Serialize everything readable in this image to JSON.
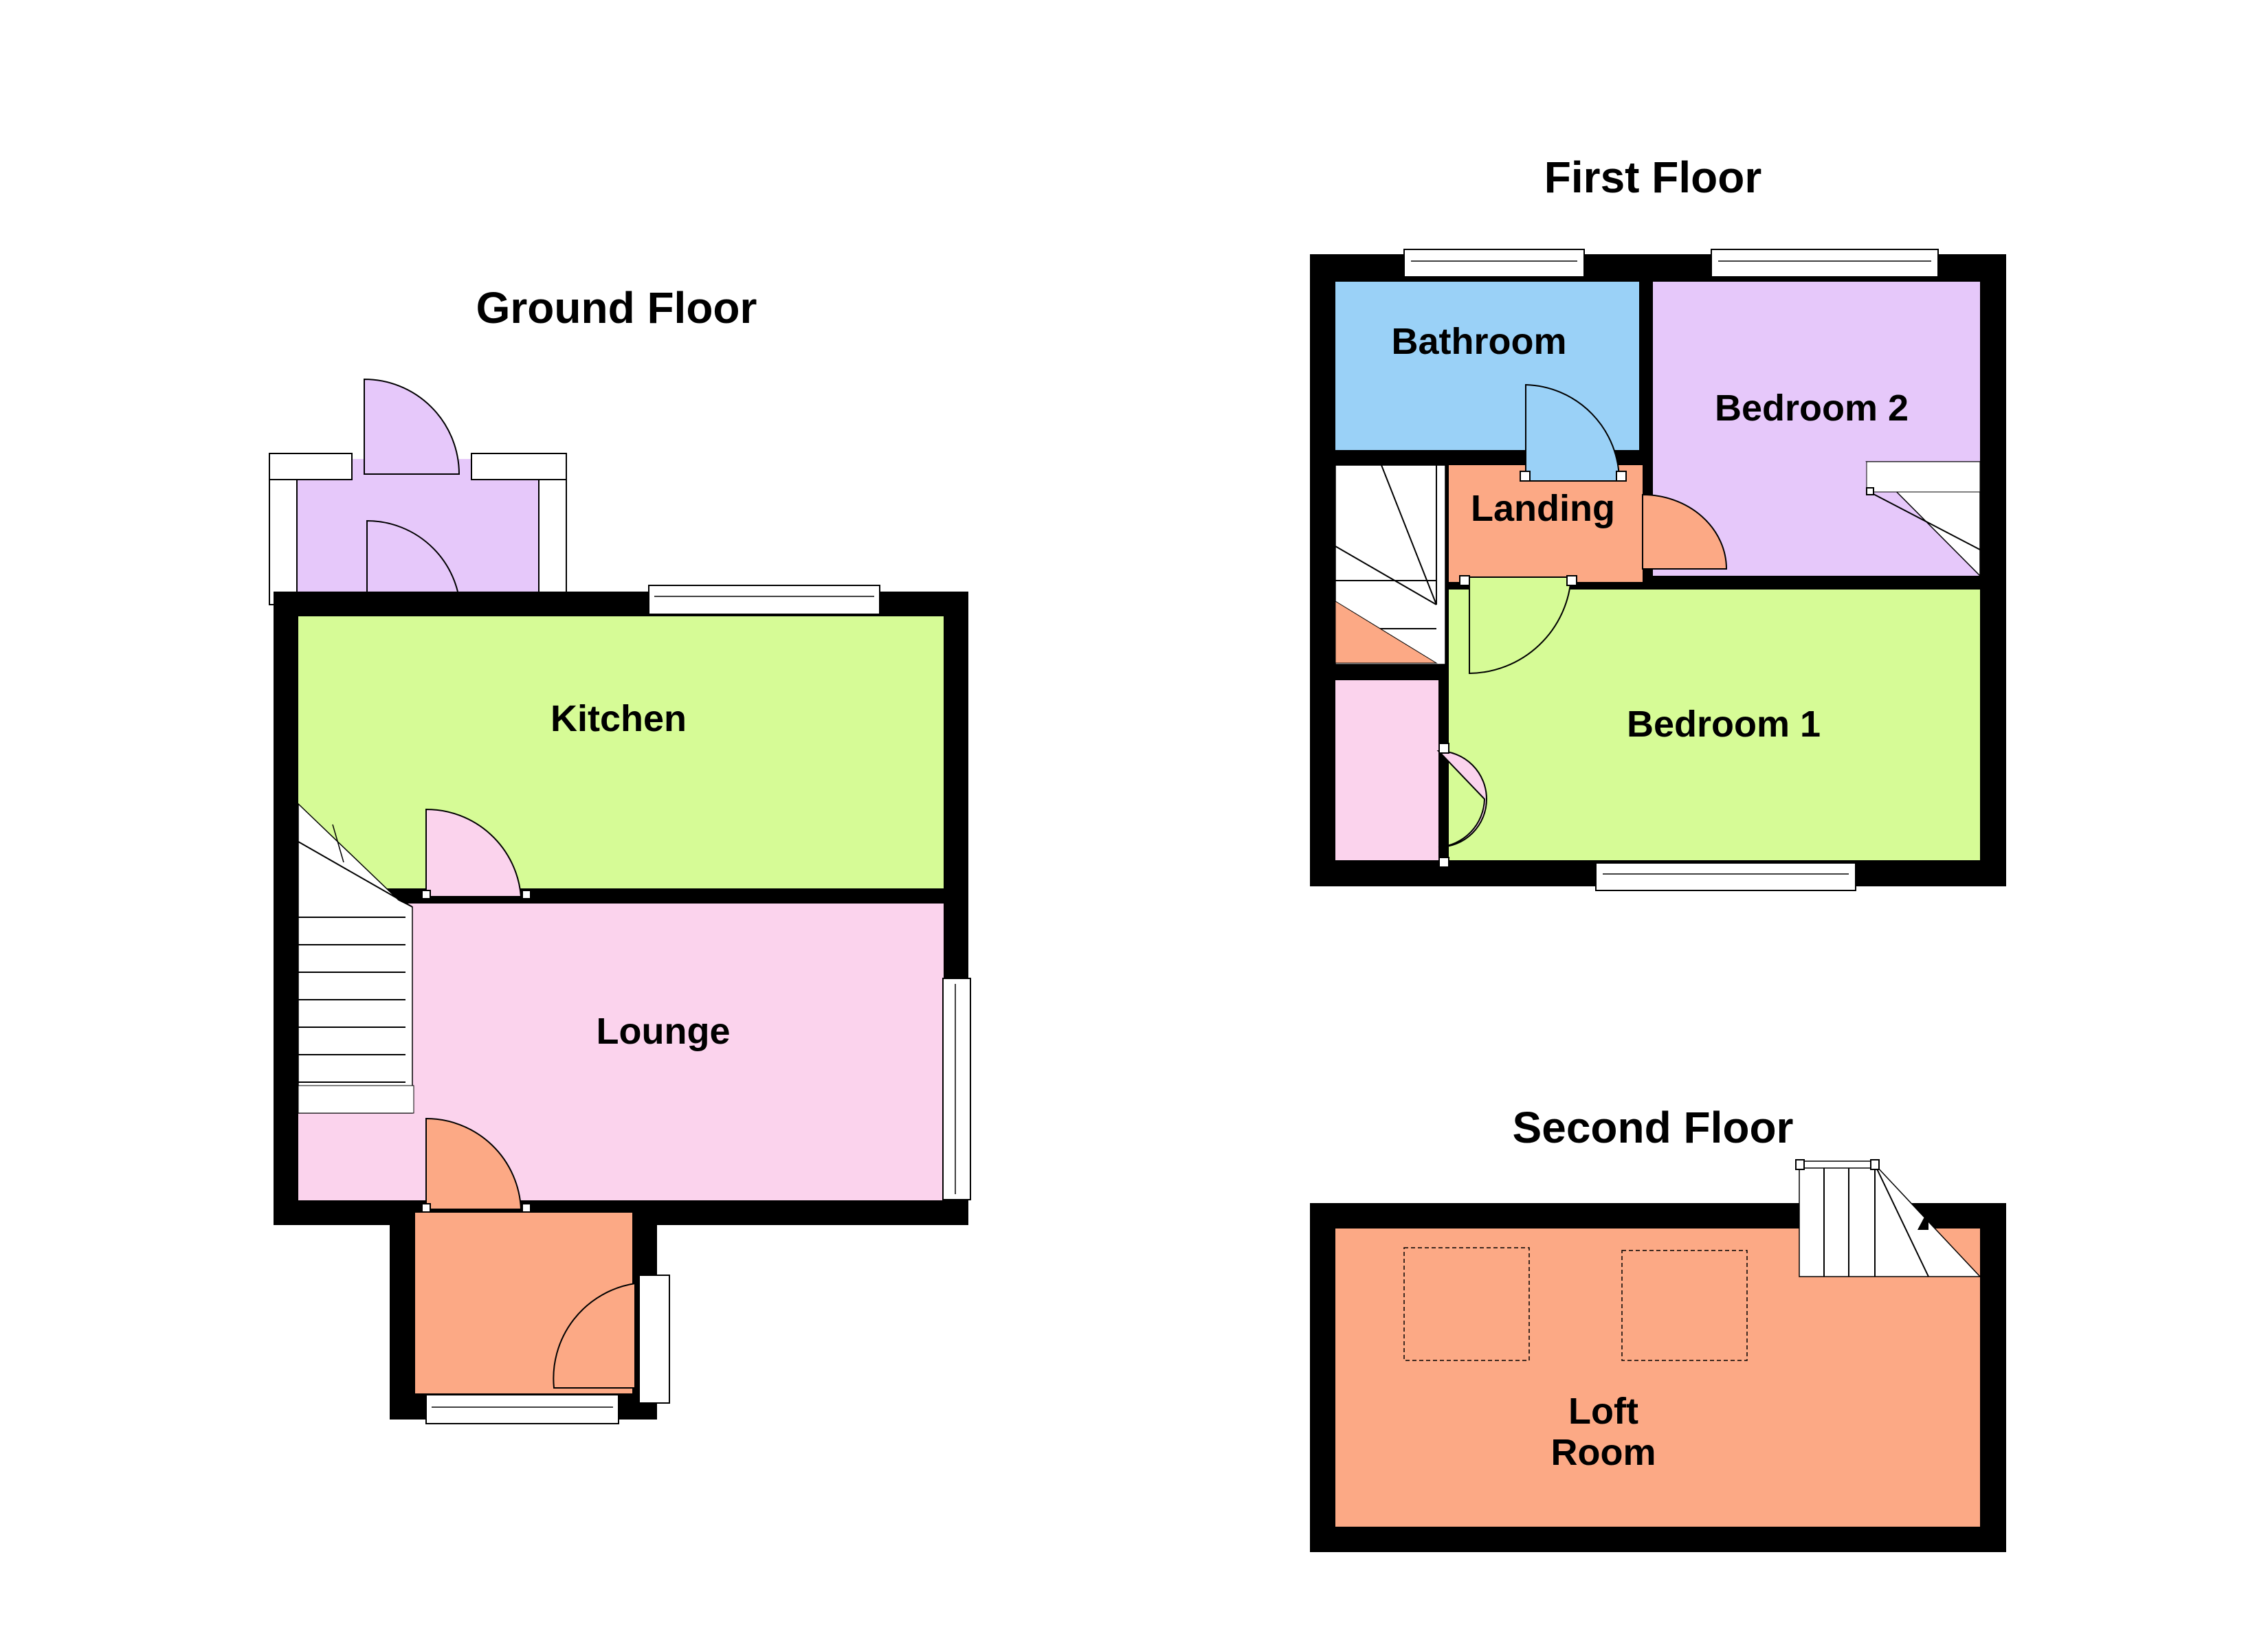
{
  "floors": {
    "ground": {
      "title": "Ground Floor",
      "rooms": {
        "kitchen": "Kitchen",
        "lounge": "Lounge"
      }
    },
    "first": {
      "title": "First Floor",
      "rooms": {
        "bathroom": "Bathroom",
        "bedroom2": "Bedroom 2",
        "landing": "Landing",
        "bedroom1": "Bedroom 1"
      }
    },
    "second": {
      "title": "Second Floor",
      "rooms": {
        "loft_line1": "Loft",
        "loft_line2": "Room"
      }
    }
  },
  "colors": {
    "wall": "#000000",
    "kitchen": "#d6fb96",
    "lounge": "#fbd3ed",
    "hall": "#fca985",
    "lobby": "#e6c8fa",
    "bathroom": "#9ad1f7",
    "bedroom2": "#e6c8fa",
    "landing": "#fca985",
    "bedroom1": "#d6fb96",
    "cupboard": "#fbd3ed",
    "loft": "#fca985"
  }
}
